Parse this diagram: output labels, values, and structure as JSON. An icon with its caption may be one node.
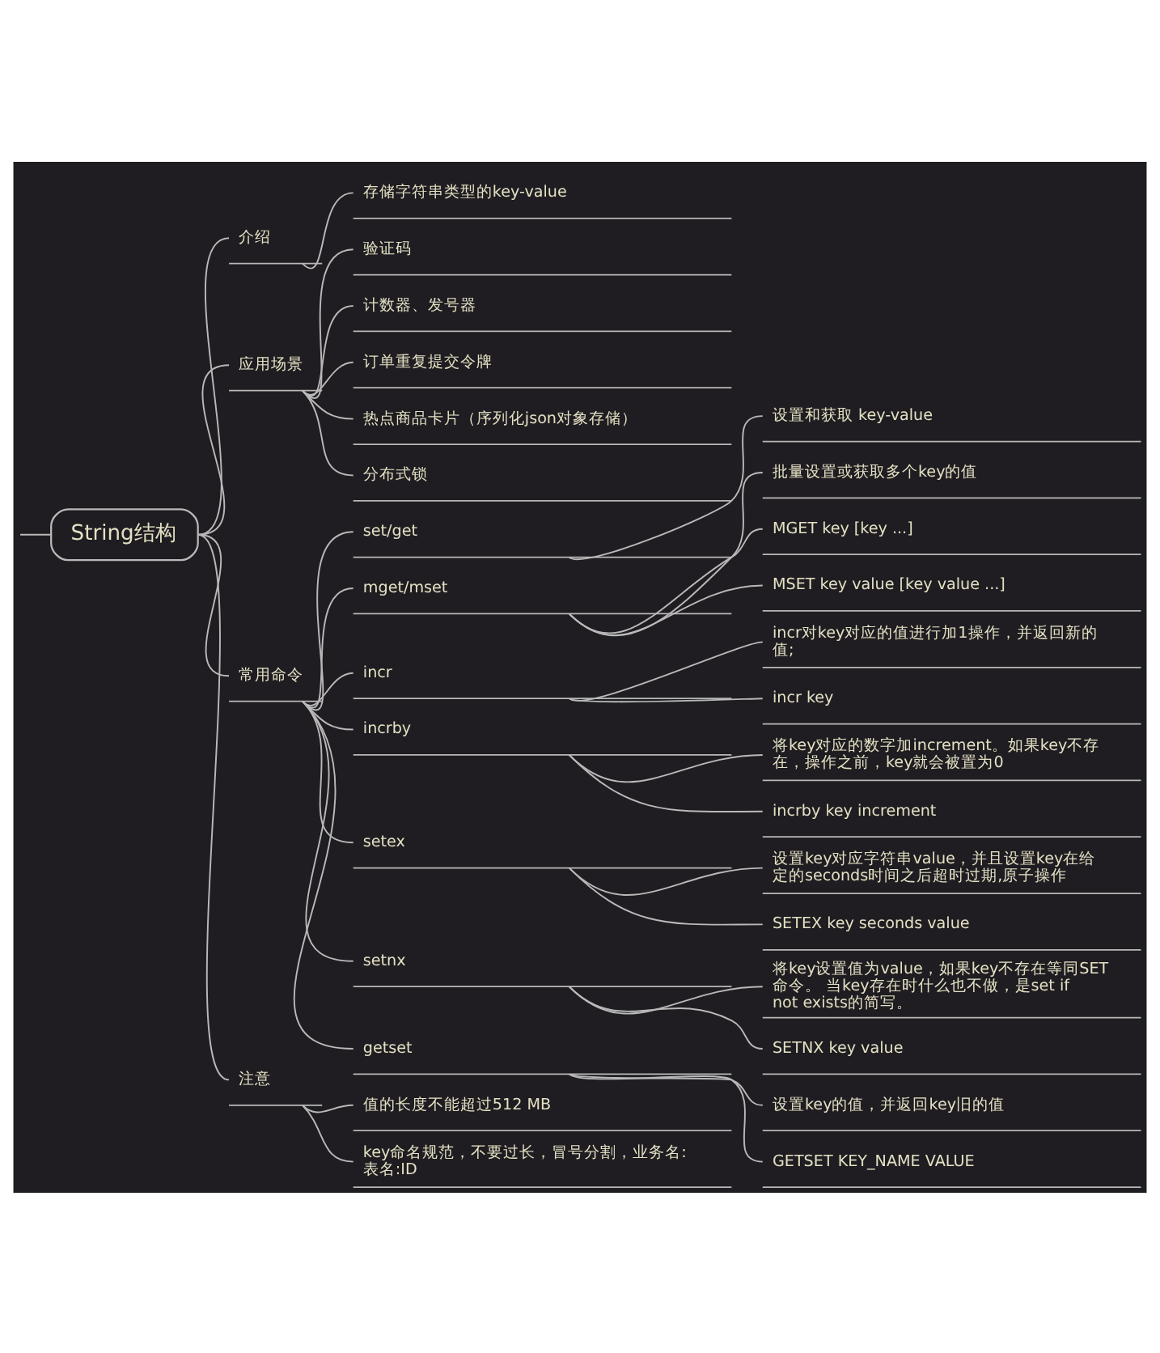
{
  "diagram": {
    "nodes": [
      {
        "text": [
          "String结构"
        ]
      },
      {
        "text": [
          "介绍"
        ]
      },
      {
        "text": [
          "存储字符串类型的key-value"
        ]
      },
      {
        "text": [
          "应用场景"
        ]
      },
      {
        "text": [
          "验证码"
        ]
      },
      {
        "text": [
          "计数器、发号器"
        ]
      },
      {
        "text": [
          "订单重复提交令牌"
        ]
      },
      {
        "text": [
          "热点商品卡片（序列化json对象存储）"
        ]
      },
      {
        "text": [
          "分布式锁"
        ]
      },
      {
        "text": [
          "常用命令"
        ]
      },
      {
        "text": [
          "set/get"
        ]
      },
      {
        "text": [
          "设置和获取 key-value"
        ]
      },
      {
        "text": [
          "mget/mset"
        ]
      },
      {
        "text": [
          "批量设置或获取多个key的值"
        ]
      },
      {
        "text": [
          "MGET key [key ...]"
        ]
      },
      {
        "text": [
          "MSET key value [key value ...]"
        ]
      },
      {
        "text": [
          "incr"
        ]
      },
      {
        "text": [
          "incr对key对应的值进行加1操作，并返回新的值;"
        ]
      },
      {
        "text": [
          "incr key"
        ]
      },
      {
        "text": [
          "incrby"
        ]
      },
      {
        "text": [
          "将key对应的数字加increment。如果key不存在，操作之前，key就会被置为0"
        ]
      },
      {
        "text": [
          "incrby key increment"
        ]
      },
      {
        "text": [
          "setex"
        ]
      },
      {
        "text": [
          "设置key对应字符串value，并且设置key在给定的seconds时间之后超时过期,原子操作"
        ]
      },
      {
        "text": [
          "SETEX key seconds value"
        ]
      },
      {
        "text": [
          "setnx"
        ]
      },
      {
        "text": [
          "将key设置值为value，如果key不存在等同SET命令。 当key存在时什么也不做，是set if not exists的简写。"
        ]
      },
      {
        "text": [
          "SETNX key value"
        ]
      },
      {
        "text": [
          "getset"
        ]
      },
      {
        "text": [
          "设置key的值，并返回key旧的值"
        ]
      },
      {
        "text": [
          "GETSET KEY_NAME VALUE"
        ]
      },
      {
        "text": [
          "注意"
        ]
      },
      {
        "text": [
          "值的长度不能超过512 MB"
        ]
      },
      {
        "text": [
          "key命名规范，不要过长，冒号分割，业务名:表名:ID"
        ]
      }
    ],
    "edges": [
      {
        "from": null,
        "to": 0,
        "arrow": "none"
      },
      {
        "from": 0,
        "to": 1,
        "arrow": "none"
      },
      {
        "from": 1,
        "to": 2,
        "arrow": "none"
      },
      {
        "from": 0,
        "to": 3,
        "arrow": "none"
      },
      {
        "from": 3,
        "to": 4,
        "arrow": "none"
      },
      {
        "from": 3,
        "to": 5,
        "arrow": "none"
      },
      {
        "from": 3,
        "to": 6,
        "arrow": "none"
      },
      {
        "from": 3,
        "to": 7,
        "arrow": "none"
      },
      {
        "from": 3,
        "to": 8,
        "arrow": "none"
      },
      {
        "from": 0,
        "to": 9,
        "arrow": "none"
      },
      {
        "from": 9,
        "to": 10,
        "arrow": "none"
      },
      {
        "from": 10,
        "to": 11,
        "arrow": "none"
      },
      {
        "from": 9,
        "to": 12,
        "arrow": "none"
      },
      {
        "from": 12,
        "to": 13,
        "arrow": "none"
      },
      {
        "from": 12,
        "to": 14,
        "arrow": "none"
      },
      {
        "from": 12,
        "to": 15,
        "arrow": "none"
      },
      {
        "from": 9,
        "to": 16,
        "arrow": "none"
      },
      {
        "from": 16,
        "to": 17,
        "arrow": "none"
      },
      {
        "from": 16,
        "to": 18,
        "arrow": "none"
      },
      {
        "from": 9,
        "to": 19,
        "arrow": "none"
      },
      {
        "from": 19,
        "to": 20,
        "arrow": "none"
      },
      {
        "from": 19,
        "to": 21,
        "arrow": "none"
      },
      {
        "from": 9,
        "to": 22,
        "arrow": "none"
      },
      {
        "from": 22,
        "to": 23,
        "arrow": "none"
      },
      {
        "from": 22,
        "to": 24,
        "arrow": "none"
      },
      {
        "from": 9,
        "to": 25,
        "arrow": "none"
      },
      {
        "from": 25,
        "to": 26,
        "arrow": "none"
      },
      {
        "from": 25,
        "to": 27,
        "arrow": "none"
      },
      {
        "from": 9,
        "to": 28,
        "arrow": "none"
      },
      {
        "from": 28,
        "to": 29,
        "arrow": "none"
      },
      {
        "from": 28,
        "to": 30,
        "arrow": "none"
      },
      {
        "from": 0,
        "to": 31,
        "arrow": "none"
      },
      {
        "from": 31,
        "to": 32,
        "arrow": "none"
      },
      {
        "from": 31,
        "to": 33,
        "arrow": "none"
      }
    ]
  }
}
